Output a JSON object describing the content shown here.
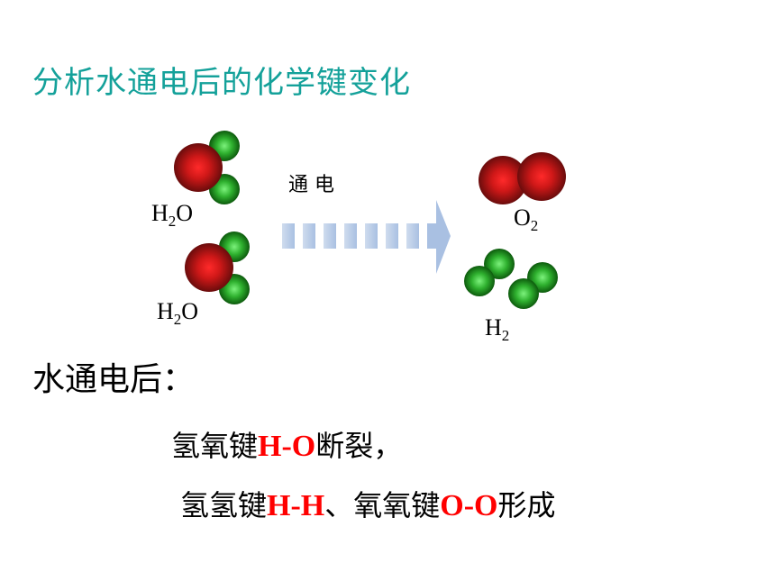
{
  "title": "分析水通电后的化学键变化",
  "diagram": {
    "arrow_label": "通 电",
    "water_label_1": {
      "main": "H",
      "sub": "2",
      "tail": "O"
    },
    "water_label_2": {
      "main": "H",
      "sub": "2",
      "tail": "O"
    },
    "oxygen_label": {
      "main": "O",
      "sub": "2"
    },
    "hydrogen_label": {
      "main": "H",
      "sub": "2"
    },
    "colors": {
      "oxygen_atom": "#e00000",
      "hydrogen_atom": "#2fb12f",
      "arrow": "#b8cde8",
      "title": "#14a19a",
      "bond_text": "#ff0000"
    }
  },
  "after_heading": "水通电后：",
  "lines": {
    "line1": {
      "prefix": "氢氧键",
      "bond": "H-O",
      "suffix": "断裂，"
    },
    "line2": {
      "prefix": "氢氢键",
      "bond1": "H-H",
      "middle": "、氧氧键",
      "bond2": "O-O",
      "suffix": "形成"
    }
  }
}
